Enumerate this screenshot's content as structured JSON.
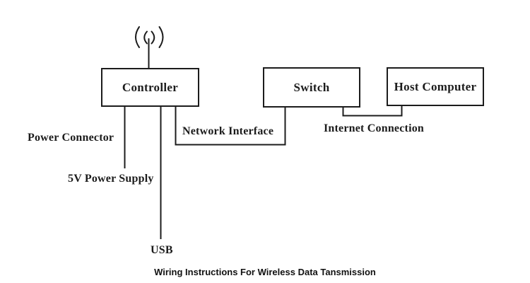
{
  "diagram": {
    "nodes": {
      "controller": {
        "label": "Controller"
      },
      "switch": {
        "label": "Switch"
      },
      "host": {
        "label": "Host Computer"
      }
    },
    "edge_labels": {
      "power_connector": "Power Connector",
      "power_supply": "5V Power Supply",
      "usb": "USB",
      "network_interface": "Network Interface",
      "internet_connection": "Internet Connection"
    },
    "caption": "Wiring Instructions For Wireless Data Tansmission",
    "icons": {
      "antenna": "wireless-antenna-icon"
    },
    "colors": {
      "ink": "#1c1c1c",
      "background": "#ffffff"
    }
  }
}
